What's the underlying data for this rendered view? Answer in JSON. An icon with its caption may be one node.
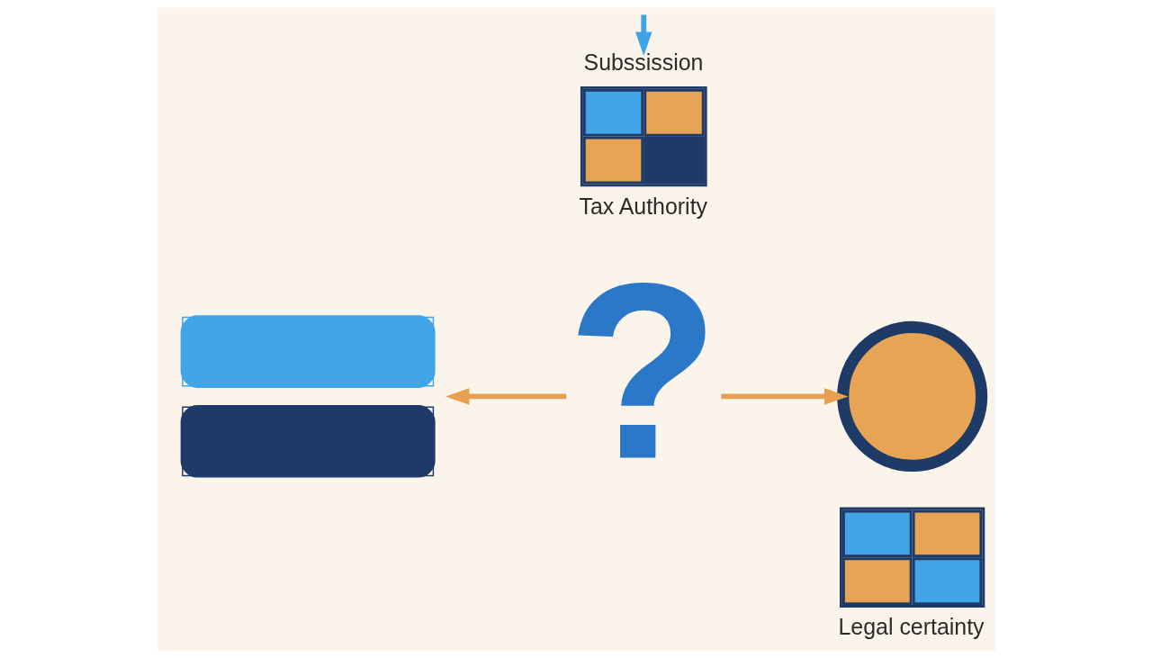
{
  "diagram": {
    "nodes": [
      {
        "text": [
          "Subssission",
          "Tax Authority"
        ]
      },
      {
        "text": [],
        "shape": "bar"
      },
      {
        "text": [
          "?"
        ]
      },
      {
        "text": [],
        "shape": "circle"
      },
      {
        "text": [
          "Legal certainty"
        ]
      }
    ],
    "edges": [
      {
        "from": null,
        "to": 0,
        "arrow": "to",
        "color": "#3fa3e8"
      },
      {
        "from": 2,
        "to": 1,
        "arrow": "to"
      },
      {
        "from": 2,
        "to": 3,
        "arrow": "to"
      }
    ]
  }
}
